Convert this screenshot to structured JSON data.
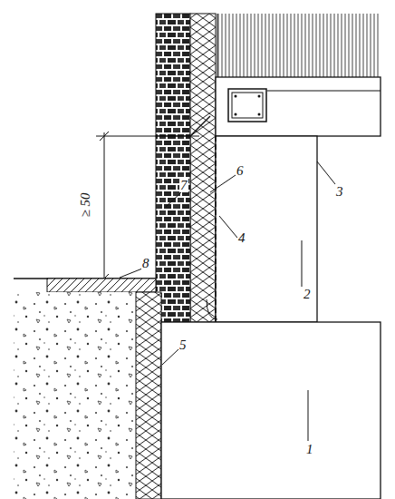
{
  "diagram": {
    "labels": [
      "3",
      "≥ 50",
      "7",
      "6",
      "4",
      "2",
      "8",
      "5",
      "1"
    ]
  }
}
